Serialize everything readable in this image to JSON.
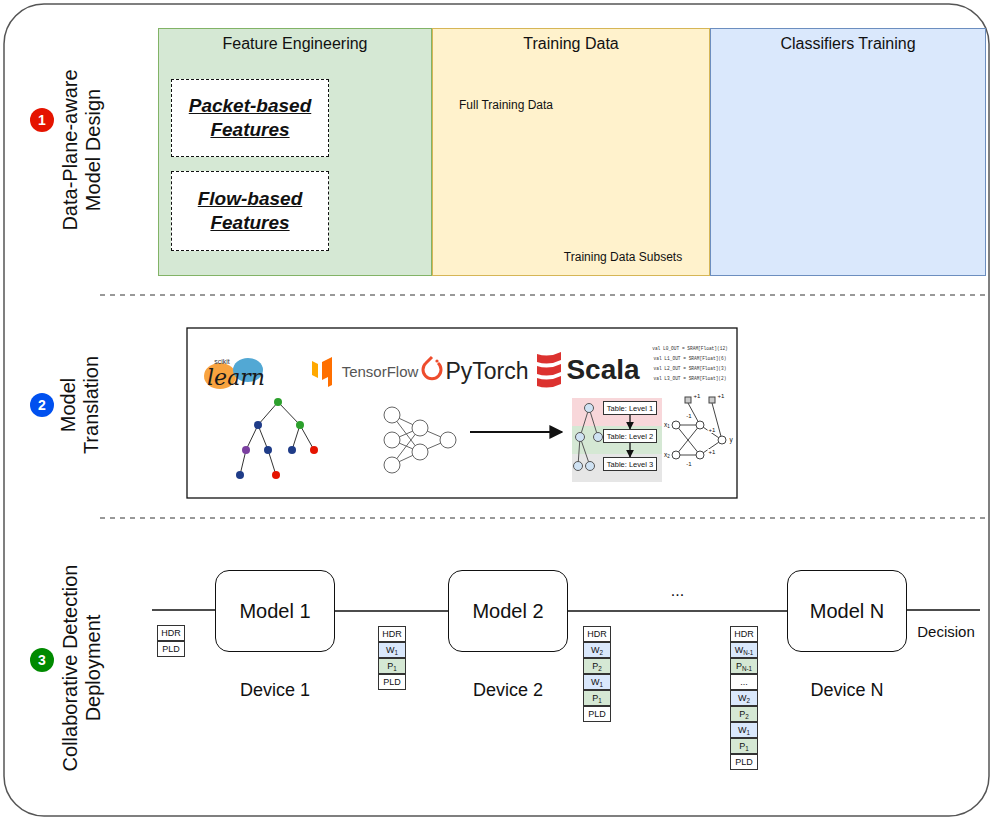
{
  "diagram": {
    "nodes": [
      {
        "text": [
          "1"
        ]
      },
      {
        "text": [
          "Feature Engineering"
        ]
      },
      {
        "text": [
          "Packet-based Features"
        ],
        "in": 1
      },
      {
        "text": [
          "Flow-based Features"
        ],
        "in": 1
      },
      {
        "text": [
          "Training Data",
          "Full Training Data",
          "Training Data Subsets"
        ]
      },
      {
        "text": [
          "Classifiers Training"
        ]
      },
      {
        "text": [
          "2"
        ]
      },
      {
        "text": [
          "Table: Level 1"
        ]
      },
      {
        "text": [
          "Table: Level 2"
        ]
      },
      {
        "text": [
          "Table: Level 3"
        ]
      },
      {
        "text": [
          "3"
        ]
      },
      {
        "text": [
          "HDR"
        ]
      },
      {
        "text": [
          "PLD"
        ]
      },
      {
        "text": [
          "Model 1"
        ]
      },
      {
        "text": [
          "HDR"
        ]
      },
      {
        "text": [
          "W1"
        ]
      },
      {
        "text": [
          "P1"
        ]
      },
      {
        "text": [
          "PLD"
        ]
      },
      {
        "text": [
          "Model 2"
        ]
      },
      {
        "text": [
          "HDR"
        ]
      },
      {
        "text": [
          "W2"
        ]
      },
      {
        "text": [
          "P2"
        ]
      },
      {
        "text": [
          "W1"
        ]
      },
      {
        "text": [
          "P1"
        ]
      },
      {
        "text": [
          "PLD"
        ]
      },
      {
        "text": [
          "HDR"
        ]
      },
      {
        "text": [
          "WN-1"
        ]
      },
      {
        "text": [
          "PN-1"
        ]
      },
      {
        "text": [
          "..."
        ]
      },
      {
        "text": [
          "W2"
        ]
      },
      {
        "text": [
          "P2"
        ]
      },
      {
        "text": [
          "W1"
        ]
      },
      {
        "text": [
          "P1"
        ]
      },
      {
        "text": [
          "PLD"
        ]
      },
      {
        "text": [
          "Model N"
        ]
      }
    ],
    "edges": [
      {
        "from": 7,
        "to": 8,
        "arrow": "to"
      },
      {
        "from": 8,
        "to": 9,
        "arrow": "to"
      },
      {
        "from": 13,
        "to": 18,
        "arrow": "none"
      },
      {
        "from": 18,
        "to": 34,
        "label": "...",
        "arrow": "none"
      }
    ],
    "labels": [
      "Data-Plane-aware Model Design",
      "Model Translation",
      "Collaborative Detection Deployment",
      "scikit",
      "learn",
      "TensorFlow",
      "PyTorch",
      "Scala",
      "val L0_OUT = SRAM[Float](12)",
      "val L1_OUT = SRAM[Float](6)",
      "val L2_OUT = SRAM[Float](3)",
      "val L3_OUT = SRAM[Float](2)",
      "Device 1",
      "Device 2",
      "Device N",
      "Decision",
      "+1",
      "+1",
      "-1",
      "-1",
      "+1",
      "+1",
      "x1",
      "x2",
      "y"
    ]
  }
}
